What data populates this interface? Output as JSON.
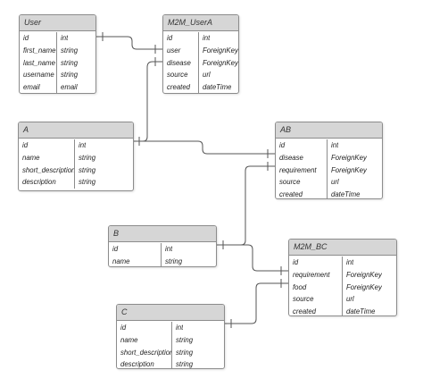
{
  "tables": {
    "user": {
      "name": "User",
      "fields": [
        {
          "name": "id",
          "type": "int"
        },
        {
          "name": "first_name",
          "type": "string"
        },
        {
          "name": "last_name",
          "type": "string"
        },
        {
          "name": "username",
          "type": "string"
        },
        {
          "name": "email",
          "type": "email"
        }
      ]
    },
    "m2m_usera": {
      "name": "M2M_UserA",
      "fields": [
        {
          "name": "id",
          "type": "int"
        },
        {
          "name": "user",
          "type": "ForeignKey"
        },
        {
          "name": "disease",
          "type": "ForeignKey"
        },
        {
          "name": "source",
          "type": "url"
        },
        {
          "name": "created",
          "type": "dateTime"
        }
      ]
    },
    "a": {
      "name": "A",
      "fields": [
        {
          "name": "id",
          "type": "int"
        },
        {
          "name": "name",
          "type": "string"
        },
        {
          "name": "short_description",
          "type": "string"
        },
        {
          "name": "description",
          "type": "string"
        }
      ]
    },
    "ab": {
      "name": "AB",
      "fields": [
        {
          "name": "id",
          "type": "int"
        },
        {
          "name": "disease",
          "type": "ForeignKey"
        },
        {
          "name": "requirement",
          "type": "ForeignKey"
        },
        {
          "name": "source",
          "type": "url"
        },
        {
          "name": "created",
          "type": "dateTime"
        }
      ]
    },
    "b": {
      "name": "B",
      "fields": [
        {
          "name": "id",
          "type": "int"
        },
        {
          "name": "name",
          "type": "string"
        }
      ]
    },
    "m2m_bc": {
      "name": "M2M_BC",
      "fields": [
        {
          "name": "id",
          "type": "int"
        },
        {
          "name": "requirement",
          "type": "ForeignKey"
        },
        {
          "name": "food",
          "type": "ForeignKey"
        },
        {
          "name": "source",
          "type": "url"
        },
        {
          "name": "created",
          "type": "dateTime"
        }
      ]
    },
    "c": {
      "name": "C",
      "fields": [
        {
          "name": "id",
          "type": "int"
        },
        {
          "name": "name",
          "type": "string"
        },
        {
          "name": "short_description",
          "type": "string"
        },
        {
          "name": "description",
          "type": "string"
        }
      ]
    }
  },
  "colors": {
    "header": "#d6d6d6",
    "border": "#8c8c8c",
    "line": "#555555"
  }
}
